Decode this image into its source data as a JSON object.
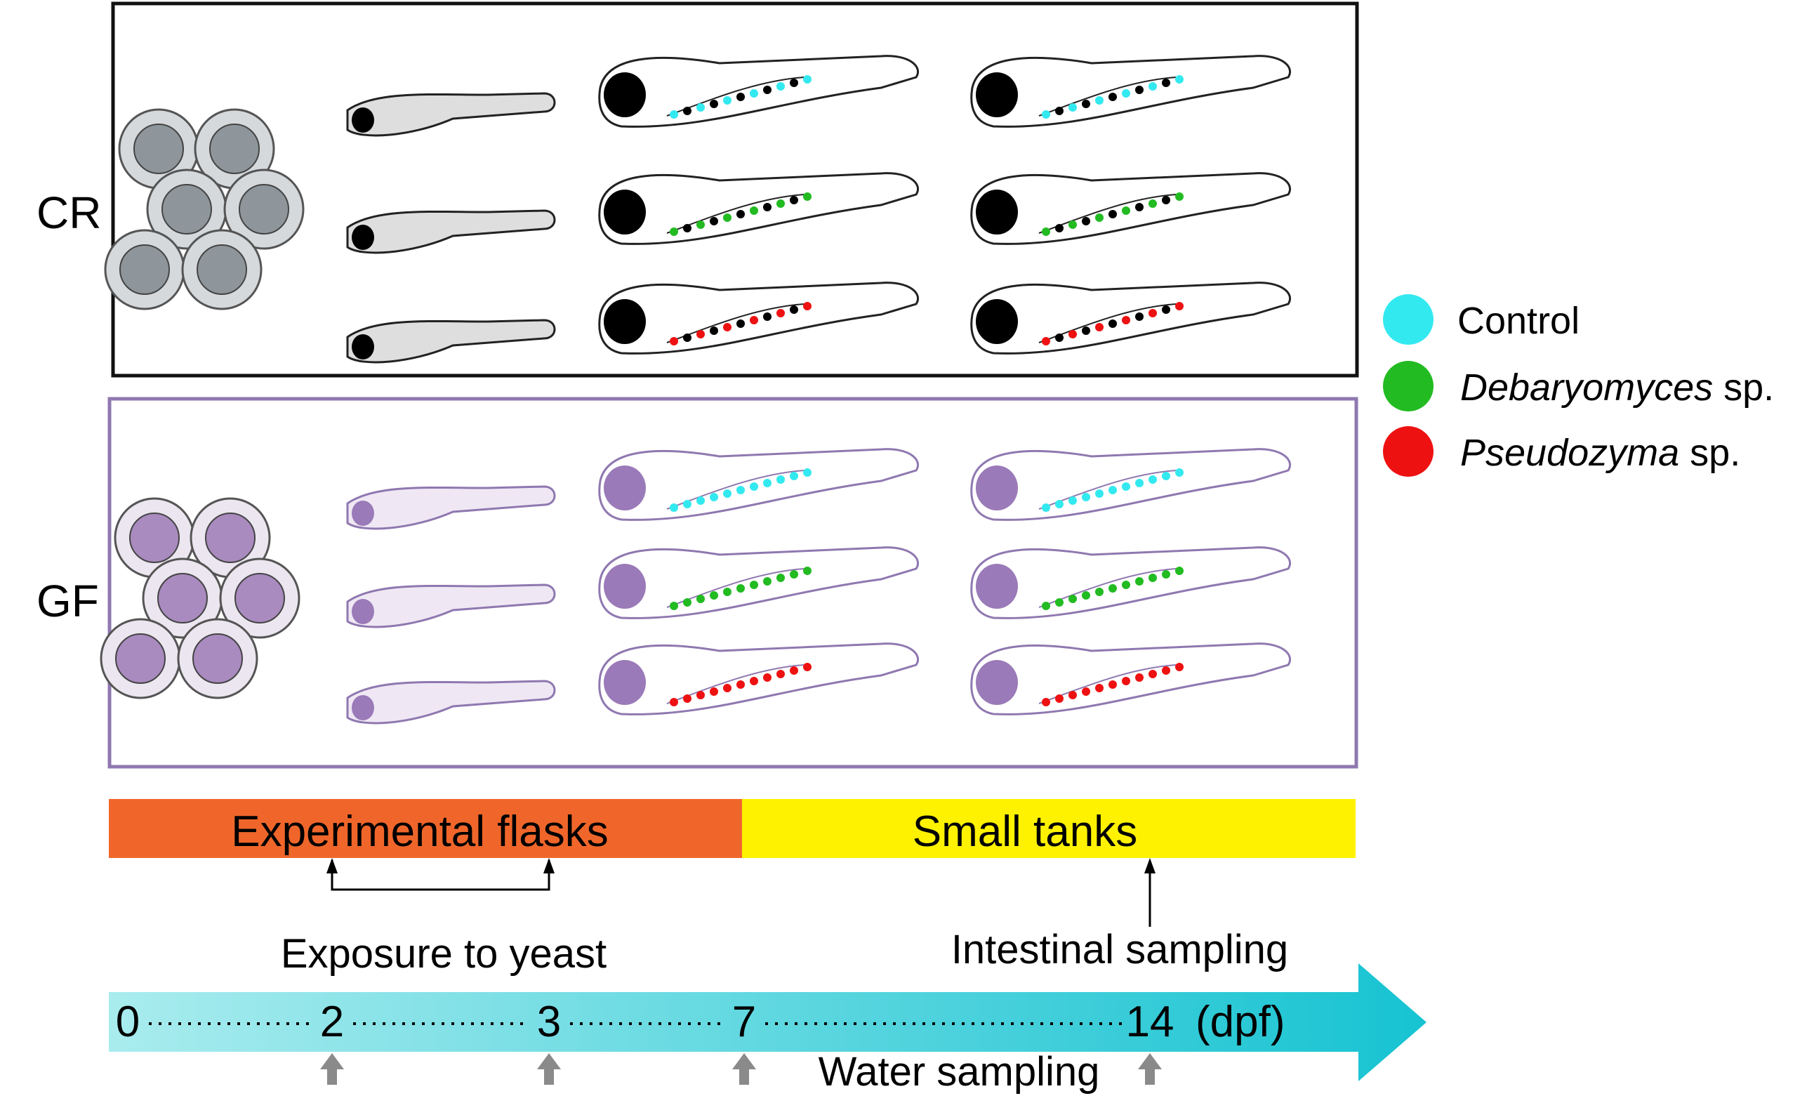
{
  "groups": [
    {
      "label": "CR",
      "style": "conventional",
      "eggs": {
        "shell": "#d6d9dc",
        "yolk": "#8e969b"
      },
      "border": "#111111",
      "head": "#000000"
    },
    {
      "label": "GF",
      "style": "germ-free",
      "eggs": {
        "shell": "#ece6f0",
        "yolk": "#a98bbf"
      },
      "border": "#8f78b0",
      "head": "#9a7ab8"
    }
  ],
  "legend": [
    {
      "label": "Control",
      "italic": "",
      "suffix": "",
      "color": "#33e9f0"
    },
    {
      "label": "",
      "italic": "Debaryomyces",
      "suffix": " sp.",
      "color": "#22bb22"
    },
    {
      "label": "",
      "italic": "Pseudozyma",
      "suffix": " sp.",
      "color": "#ee1111"
    }
  ],
  "treatment_colors": [
    "#33e9f0",
    "#22bb22",
    "#ee1111"
  ],
  "phases": [
    {
      "label": "Experimental flasks",
      "color": "#f0662a"
    },
    {
      "label": "Small tanks",
      "color": "#fff200"
    }
  ],
  "annotations": {
    "exposure": "Exposure to yeast",
    "intestinal": "Intestinal sampling",
    "water": "Water sampling"
  },
  "timeline": {
    "ticks": [
      "0",
      "2",
      "3",
      "7",
      "14"
    ],
    "unit": "(dpf)",
    "gradient": [
      "#a9ecee",
      "#17c3d2"
    ],
    "water_sampling_days": [
      "2",
      "3",
      "7",
      "14"
    ]
  }
}
